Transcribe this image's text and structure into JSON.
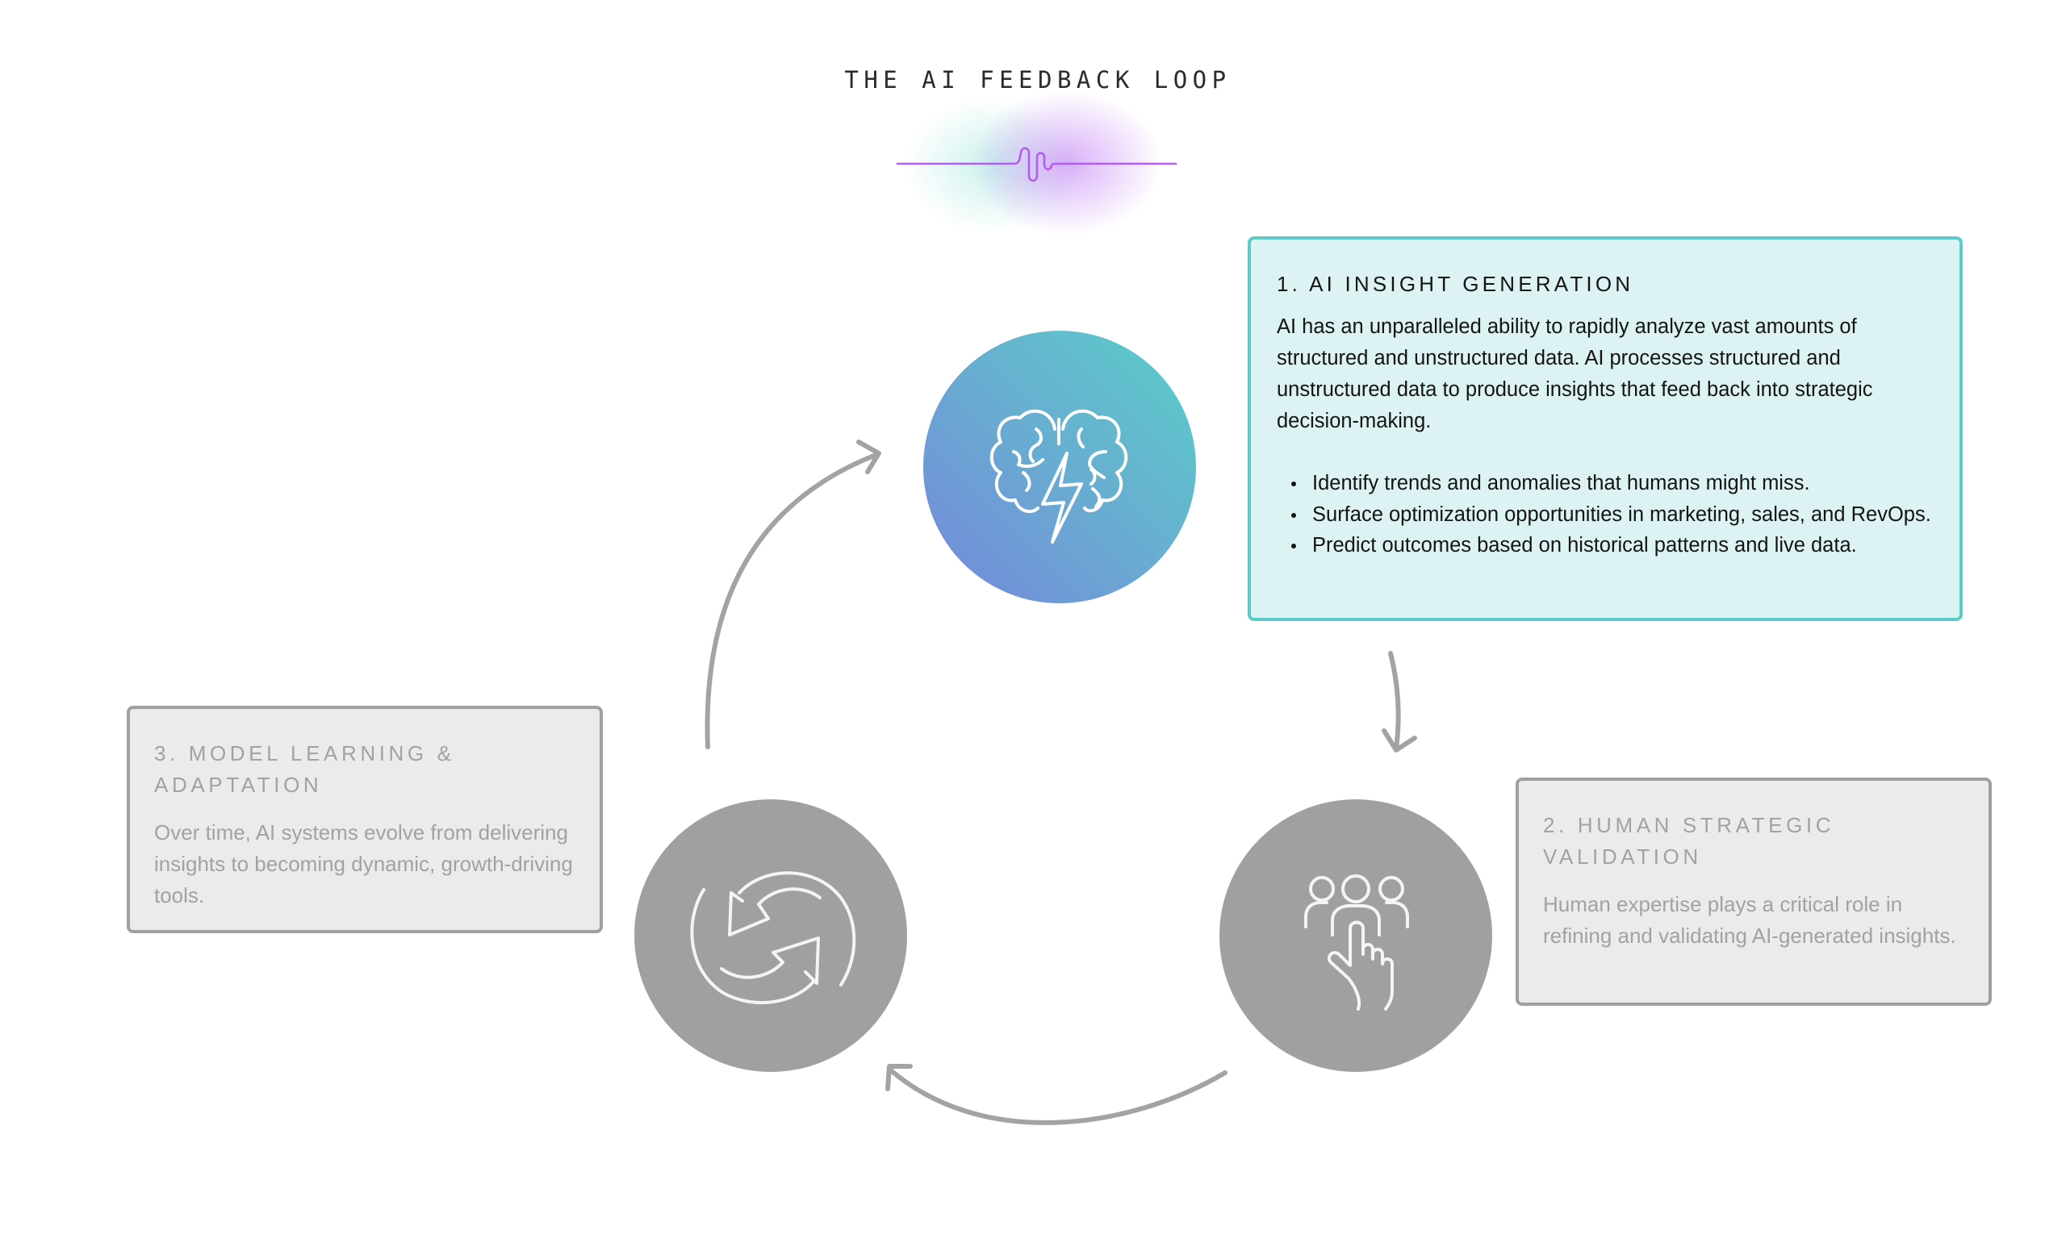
{
  "page": {
    "title": "THE AI FEEDBACK LOOP"
  },
  "colors": {
    "accent_teal": "#5ecbcb",
    "active_card_bg": "#ddf2f3",
    "muted_gray": "#a0a0a0",
    "muted_card_bg": "#ebebeb",
    "waveform_purple": "#b45cf0",
    "gradient_start": "#5acec8",
    "gradient_end": "#7587dc"
  },
  "steps": [
    {
      "number": 1,
      "title": "1. AI INSIGHT GENERATION",
      "icon": "brain-lightning-icon",
      "state": "active",
      "body": "AI has an unparalleled ability to rapidly analyze vast amounts of structured and unstructured data. AI processes structured and unstructured data to produce insights that feed back into strategic decision-making.",
      "bullets": [
        "Identify trends and anomalies that humans might miss.",
        "Surface optimization opportunities in marketing, sales, and RevOps.",
        "Predict outcomes based on historical patterns and live data."
      ]
    },
    {
      "number": 2,
      "title": "2. HUMAN STRATEGIC VALIDATION",
      "icon": "team-pointer-icon",
      "state": "inactive",
      "body": "Human expertise plays a critical role in refining and validating AI-generated insights."
    },
    {
      "number": 3,
      "title": "3. MODEL LEARNING & ADAPTATION",
      "icon": "refresh-cycle-icon",
      "state": "inactive",
      "body": "Over time, AI systems evolve from delivering insights to becoming dynamic, growth-driving tools."
    }
  ],
  "flow": [
    {
      "from": 1,
      "to": 2
    },
    {
      "from": 2,
      "to": 3
    },
    {
      "from": 3,
      "to": 1
    }
  ]
}
